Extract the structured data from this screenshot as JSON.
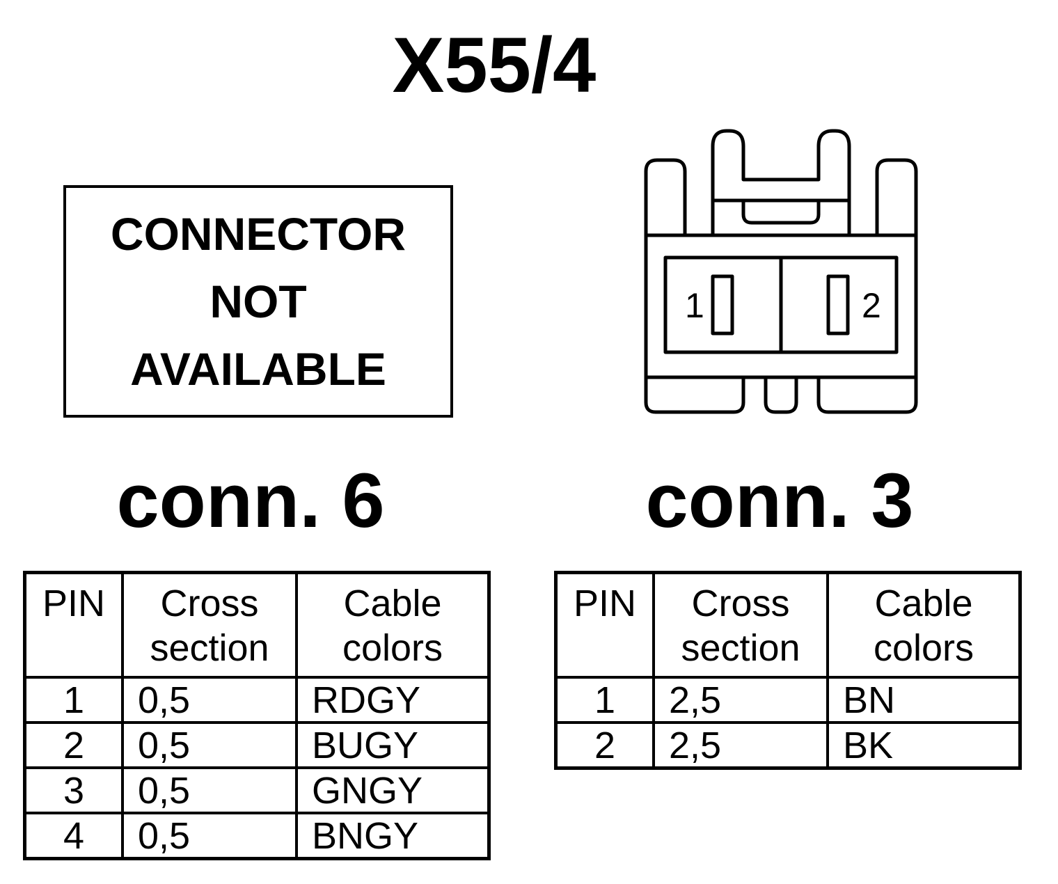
{
  "title": "X55/4",
  "left_connector": {
    "na_lines": [
      "CONNECTOR",
      "NOT",
      "AVAILABLE"
    ],
    "label": "conn. 6",
    "table": {
      "headers": {
        "pin": "PIN",
        "cross_1": "Cross",
        "cross_2": "section",
        "cable_1": "Cable",
        "cable_2": "colors"
      },
      "rows": [
        {
          "pin": "1",
          "cross": "0,5",
          "color": "RDGY"
        },
        {
          "pin": "2",
          "cross": "0,5",
          "color": "BUGY"
        },
        {
          "pin": "3",
          "cross": "0,5",
          "color": "GNGY"
        },
        {
          "pin": "4",
          "cross": "0,5",
          "color": "BNGY"
        }
      ]
    }
  },
  "right_connector": {
    "pin_labels": [
      "1",
      "2"
    ],
    "label": "conn. 3",
    "table": {
      "headers": {
        "pin": "PIN",
        "cross_1": "Cross",
        "cross_2": "section",
        "cable_1": "Cable",
        "cable_2": "colors"
      },
      "rows": [
        {
          "pin": "1",
          "cross": "2,5",
          "color": "BN"
        },
        {
          "pin": "2",
          "cross": "2,5",
          "color": "BK"
        }
      ]
    }
  }
}
